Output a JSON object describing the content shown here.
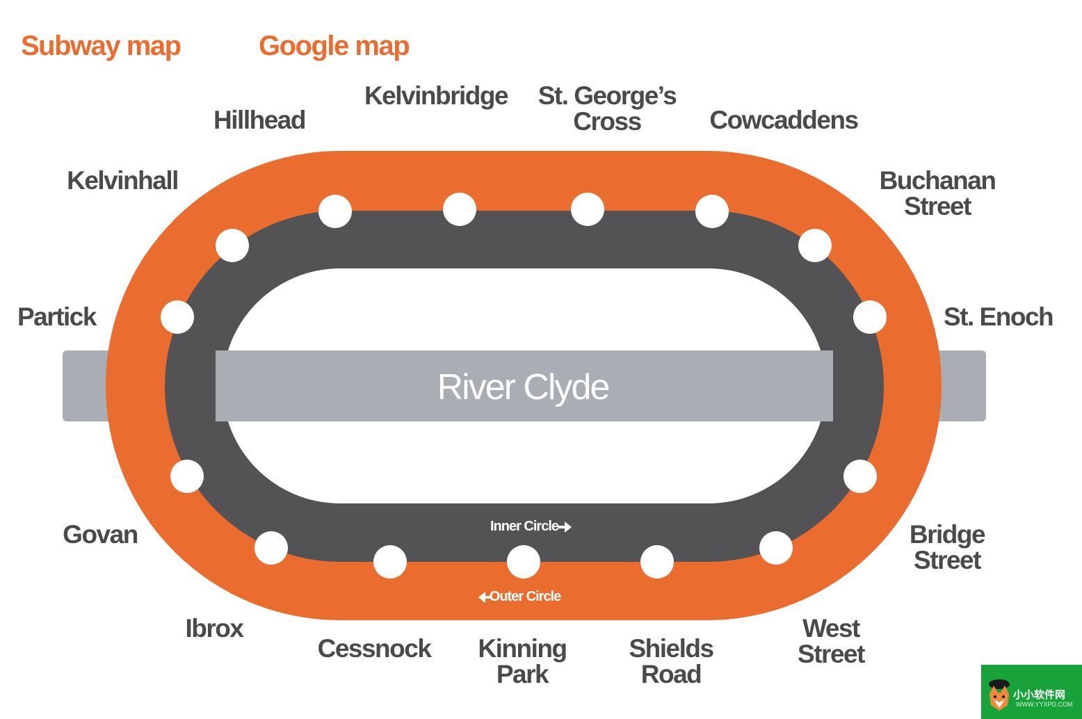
{
  "tabs": {
    "subway": "Subway map",
    "google": "Google map"
  },
  "river": {
    "name": "River Clyde"
  },
  "directions": {
    "inner": "Inner Circle",
    "outer": "Outer Circle"
  },
  "stations": {
    "hillhead": "Hillhead",
    "kelvinbridge": "Kelvinbridge",
    "st_georges_cross_1": "St. George’s",
    "st_georges_cross_2": "Cross",
    "cowcaddens": "Cowcaddens",
    "kelvinhall": "Kelvinhall",
    "buchanan_street_1": "Buchanan",
    "buchanan_street_2": "Street",
    "partick": "Partick",
    "st_enoch": "St. Enoch",
    "govan": "Govan",
    "bridge_street_1": "Bridge",
    "bridge_street_2": "Street",
    "ibrox": "Ibrox",
    "cessnock": "Cessnock",
    "kinning_park_1": "Kinning",
    "kinning_park_2": "Park",
    "shields_road_1": "Shields",
    "shields_road_2": "Road",
    "west_street_1": "West",
    "west_street_2": "Street"
  },
  "logo": {
    "text": "小小软件网",
    "url": "WWW.YYXPD.COM"
  },
  "colors": {
    "outer_circle": "#ea6c2e",
    "inner_circle": "#535355",
    "river": "#a9adb4",
    "station_dot": "#ffffff",
    "label_text": "#4a4a4c",
    "tab_text": "#ea6c2e",
    "logo_bg": "#18a33a"
  }
}
